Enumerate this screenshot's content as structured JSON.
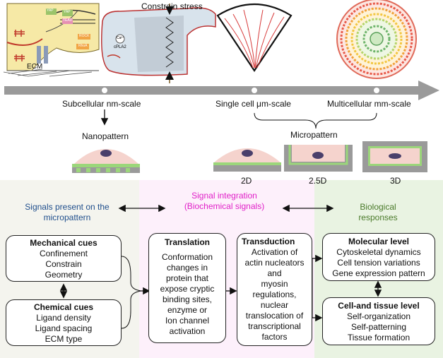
{
  "top": {
    "constrain_stress": "Constrain stress",
    "ecm": "ECM",
    "yap1": "YAP",
    "yap2": "YAP",
    "tead": "TEAD",
    "rock": "ROCK",
    "rhoa": "RhoA",
    "cpla2": "cPLA2",
    "ca": "Ca²⁺"
  },
  "scales": {
    "subcellular": "Subcellular nm-scale",
    "single": "Single cell μm-scale",
    "multicellular": "Multicellular mm-scale"
  },
  "patterns": {
    "nanopattern": "Nanopattern",
    "micropattern": "Micropattern",
    "d2": "2D",
    "d25": "2.5D",
    "d3": "3D"
  },
  "columns": {
    "signals_present": "Signals present on the\nmicropattern",
    "signal_integration": "Signal integration\n(Biochemical signals)",
    "biological_responses": "Biological\nresponses"
  },
  "colors": {
    "integration_text": "#e020c8",
    "signals_text": "#1f4e8c",
    "responses_text": "#4a7a2a",
    "left_bg": "#f4f4ee",
    "mid_bg": "#fdf0fb",
    "right_bg": "#e9f3e2"
  },
  "boxes": {
    "mechanical": {
      "title": "Mechanical cues",
      "lines": [
        "Confinement",
        "Constrain",
        "Geometry"
      ]
    },
    "chemical": {
      "title": "Chemical cues",
      "lines": [
        "Ligand density",
        "Ligand spacing",
        "ECM type"
      ]
    },
    "translation": {
      "title": "Translation",
      "lines": [
        "Conformation",
        "changes in",
        "protein that",
        "expose cryptic",
        "binding sites,",
        "enzyme or",
        "Ion channel",
        "activation"
      ]
    },
    "transduction": {
      "title": "Transduction",
      "lines": [
        "Activation of",
        "actin nucleators",
        "and",
        "myosin",
        "regulations,",
        "nuclear",
        "translocation of",
        "transcriptional",
        "factors"
      ]
    },
    "molecular": {
      "title": "Molecular level",
      "lines": [
        "Cytoskeletal dynamics",
        "Cell tension variations",
        "Gene expression pattern"
      ]
    },
    "tissue": {
      "title": "Cell-and tissue level",
      "lines": [
        "Self-organization",
        "Self-patterning",
        "Tissue formation"
      ]
    }
  }
}
